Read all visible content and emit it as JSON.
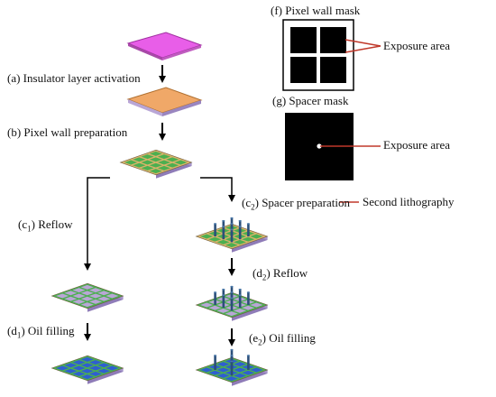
{
  "labels": {
    "a": "(a) Insulator layer activation",
    "b": "(b) Pixel wall preparation",
    "c1_prefix": "(c",
    "c1_sub": "1",
    "c1_suffix": ") Reflow",
    "c2_prefix": "(c",
    "c2_sub": "2",
    "c2_suffix": ") Spacer preparation",
    "d1_prefix": "(d",
    "d1_sub": "1",
    "d1_suffix": ") Oil filling",
    "d2_prefix": "(d",
    "d2_sub": "2",
    "d2_suffix": ") Reflow",
    "e2_prefix": "(e",
    "e2_sub": "2",
    "e2_suffix": ") Oil filling",
    "f": "(f) Pixel wall mask",
    "g": "(g) Spacer mask",
    "exposure_f": "Exposure area",
    "exposure_g": "Exposure area",
    "second_lithography": "Second lithography"
  },
  "colors": {
    "substrate_pink": "#e85ee8",
    "insulator_orange": "#f0a868",
    "pixel_green": "#4caf50",
    "pixel_wall": "#d9b36a",
    "base_purple": "#b9a6d6",
    "oil_blue": "#2f5fd0",
    "spacer_pillar": "#2b4f7a",
    "annotation_red": "#c0392b"
  }
}
